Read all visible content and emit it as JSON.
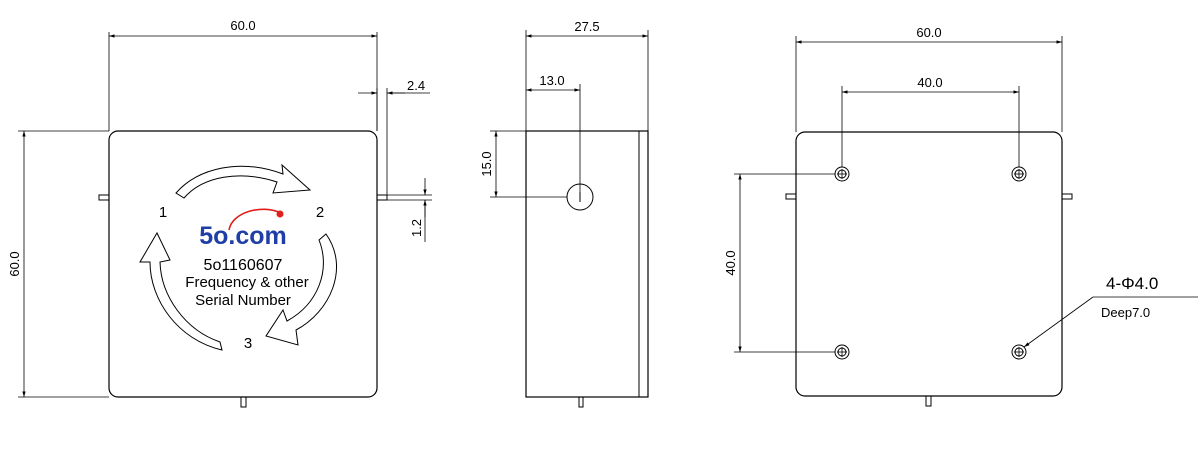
{
  "front_view": {
    "width_dim": "60.0",
    "height_dim": "60.0",
    "tab_thickness_dim": "2.4",
    "tab_width_dim": "1.2",
    "port_labels": [
      "1",
      "2",
      "3"
    ],
    "logo_text": "5o.com",
    "model_number": "5o1160607",
    "label_line_1": "Frequency & other",
    "label_line_2": "Serial Number",
    "logo_color": "#1f3fa6",
    "logo_dot_color": "#e0201c"
  },
  "side_view": {
    "depth_dim": "27.5",
    "port_offset_dim": "13.0",
    "port_height_dim": "15.0"
  },
  "back_view": {
    "width_dim": "60.0",
    "hole_spacing_x_dim": "40.0",
    "hole_spacing_y_dim": "40.0",
    "hole_callout": "4-Φ4.0",
    "hole_depth": "Deep7.0"
  }
}
